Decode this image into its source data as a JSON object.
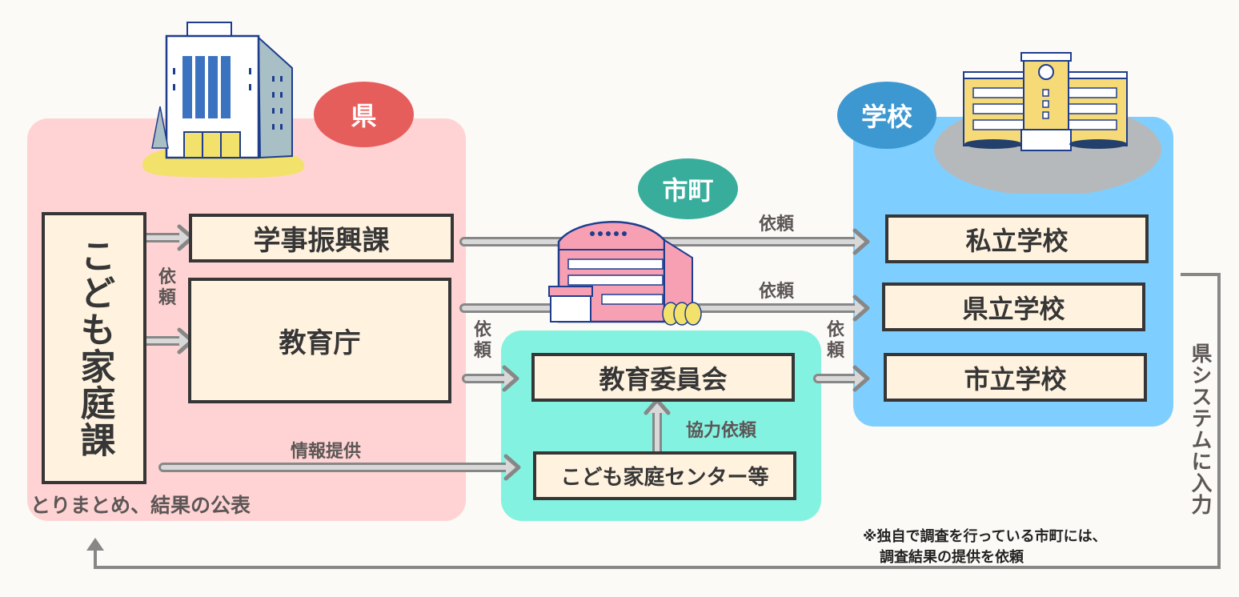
{
  "colors": {
    "background": "#fbfaf6",
    "prefecture_region": "#ffd3d3",
    "municipality_region": "#84f2e0",
    "school_region": "#7ecfff",
    "prefecture_badge": "#e65e5c",
    "municipality_badge": "#38ad9c",
    "school_badge": "#3d98d1",
    "box_fill": "#fff2df",
    "box_border": "#363636",
    "arrow": "#878787"
  },
  "prefecture": {
    "badge": "県",
    "children_family_division": "こども家庭課",
    "school_affairs_division": "学事振興課",
    "board_of_education": "教育庁",
    "request_label": "依頼",
    "info_label": "情報提供",
    "footer": "とりまとめ、結果の公表"
  },
  "municipality": {
    "badge": "市町",
    "board_of_education": "教育委員会",
    "center": "こども家庭センター等",
    "cooperation_label": "協力依頼",
    "request_label_left": "依頼",
    "request_label_right": "依頼"
  },
  "school": {
    "badge": "学校",
    "private": "私立学校",
    "prefectural": "県立学校",
    "municipal": "市立学校"
  },
  "arrows": {
    "request_top": "依頼",
    "request_middle": "依頼"
  },
  "system_input": "県システムに入力",
  "note_line1": "※独自で調査を行っている市町には、",
  "note_line2": "調査結果の提供を依頼",
  "illustrations": [
    "prefectural-office-building-icon",
    "municipal-office-building-icon",
    "school-building-icon"
  ]
}
